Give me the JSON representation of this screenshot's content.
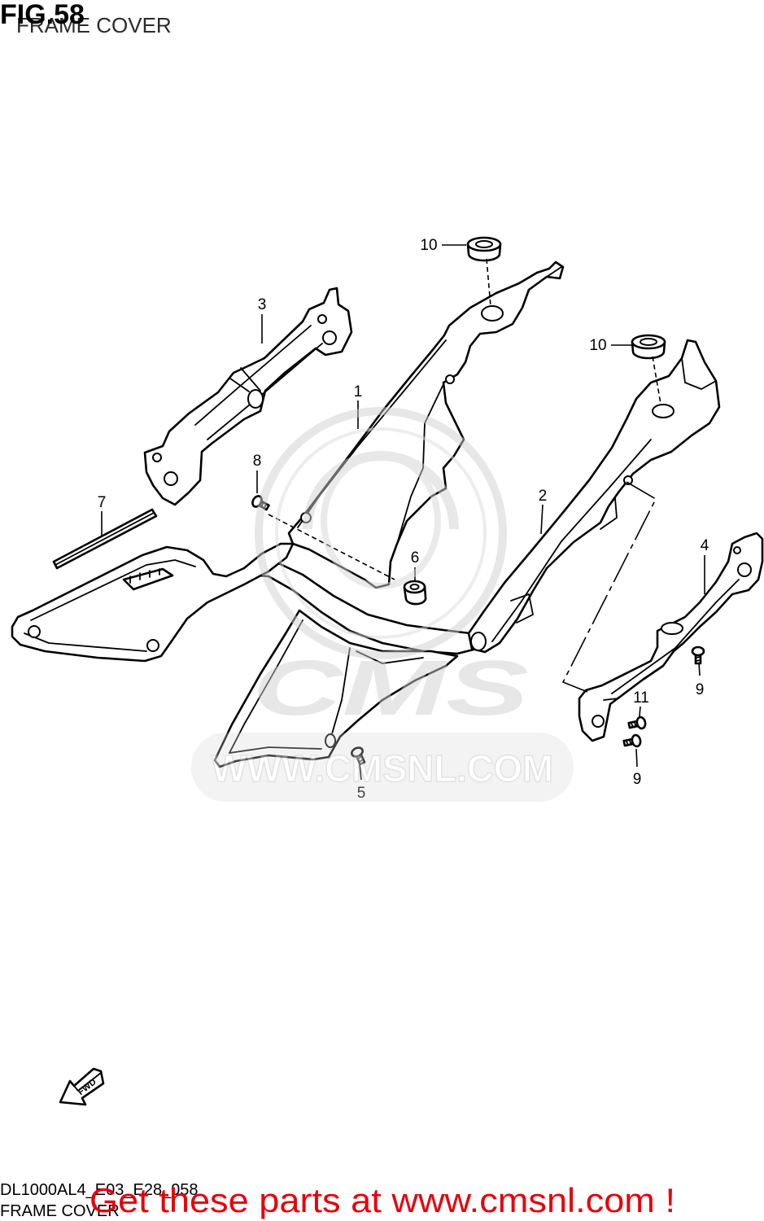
{
  "header": {
    "fig_label": "FIG.58",
    "title": "FRAME COVER"
  },
  "callouts": [
    "10",
    "10",
    "3",
    "1",
    "8",
    "7",
    "2",
    "6",
    "4",
    "11",
    "9",
    "9",
    "5"
  ],
  "fwd_arrow": {
    "label": "FWD",
    "icon": "forward-arrow-icon"
  },
  "watermark": {
    "logo_text": "CMS",
    "url_text": "WWW.CMSNL.COM"
  },
  "footer": {
    "diagram_code": "DL1000AL4_E03_E28_058",
    "title": "FRAME COVER",
    "promo": "Get these parts at www.cmsnl.com !"
  },
  "colors": {
    "line": "#000000",
    "background": "#ffffff",
    "promo_text": "#e8000b",
    "watermark": "#cfcfcf"
  }
}
